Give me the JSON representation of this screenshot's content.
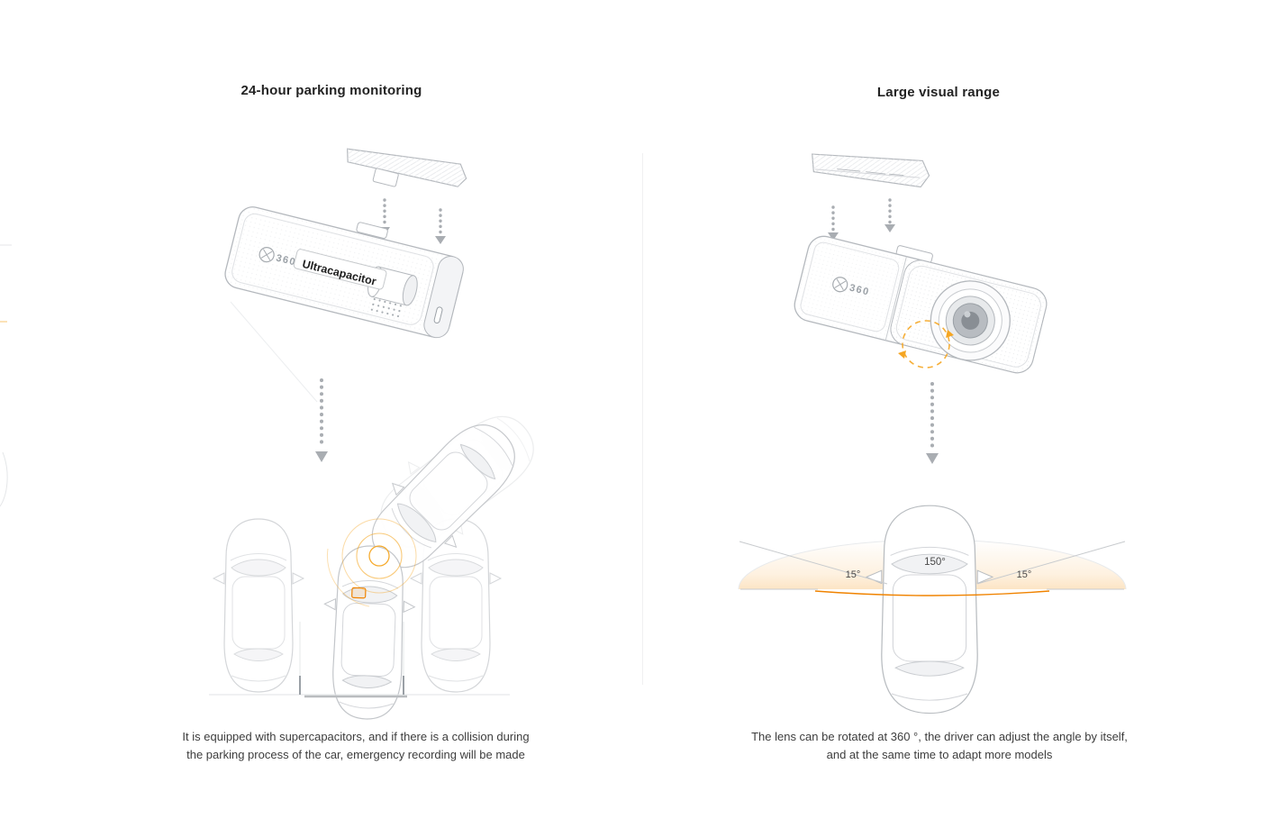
{
  "page": {
    "background": "#ffffff"
  },
  "colors": {
    "accent": "#f08300",
    "accent_soft": "#f5a623",
    "sketch_gray": "#b4b8bd",
    "title_text": "#232323",
    "body_text": "#3d3d3d"
  },
  "left_section": {
    "title": "24-hour parking monitoring",
    "device": {
      "brand_label": "360",
      "component_label": "Ultracapacitor"
    },
    "caption": {
      "line1": "It is equipped with supercapacitors, and if there is a collision during",
      "line2": "the parking process of the car, emergency recording will be made"
    }
  },
  "right_section": {
    "title": "Large visual range",
    "device": {
      "brand_label": "360"
    },
    "fov": {
      "center_angle": "150°",
      "left_angle": "15°",
      "right_angle": "15°"
    },
    "caption": {
      "line1": "The lens can be rotated at 360 °, the driver can adjust the angle by itself,",
      "line2": "and at the same time to adapt more models"
    }
  }
}
